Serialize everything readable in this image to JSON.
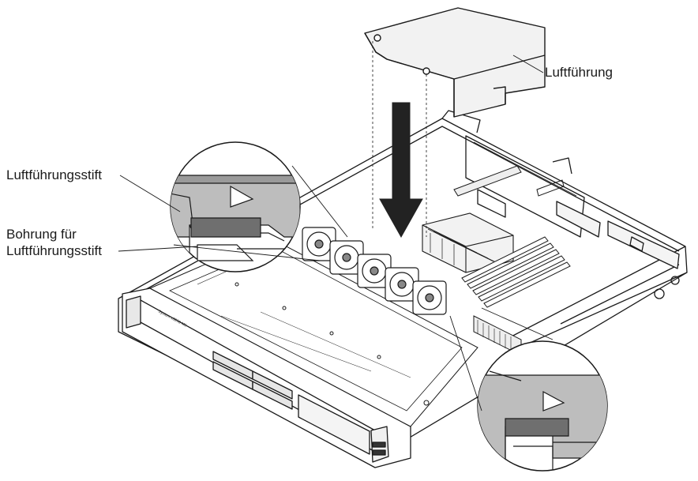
{
  "labels": {
    "air_baffle": "Luftführung",
    "baffle_pin": "Luftführungsstift",
    "pin_hole_line1": "Bohrung für",
    "pin_hole_line2": "Luftführungsstift"
  },
  "colors": {
    "line": "#1a1a1a",
    "baffle_fill": "#f2f2f2",
    "zoom_fill": "#bdbdbd",
    "zoom_dark": "#6f6f6f",
    "arrow": "#222222"
  }
}
